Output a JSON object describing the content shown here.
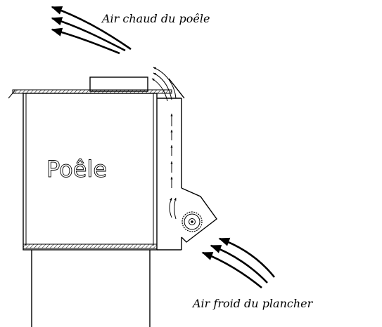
{
  "labels": {
    "hot_air": "Air chaud du poêle",
    "stove": "Poêle",
    "cold_air": "Air froid du plancher"
  }
}
